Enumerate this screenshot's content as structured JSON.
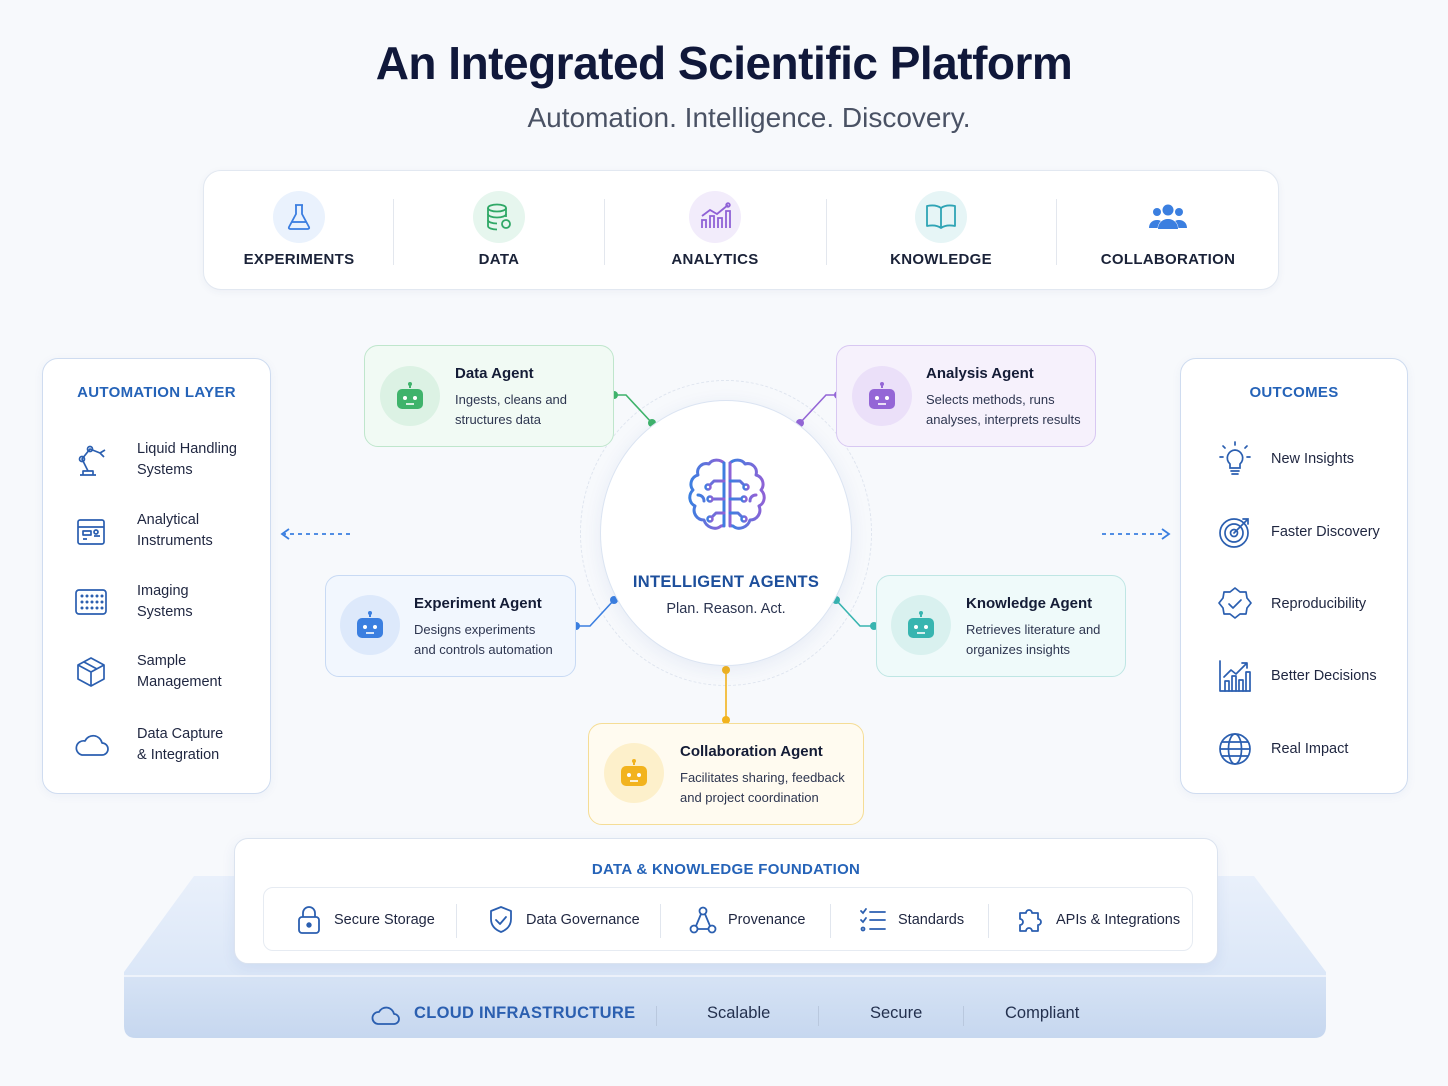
{
  "title": "An Integrated Scientific Platform",
  "subtitle": "Automation. Intelligence. Discovery.",
  "pillars": [
    {
      "label": "EXPERIMENTS",
      "icon": "flask-icon"
    },
    {
      "label": "DATA",
      "icon": "database-icon"
    },
    {
      "label": "ANALYTICS",
      "icon": "bar-chart-icon"
    },
    {
      "label": "KNOWLEDGE",
      "icon": "open-book-icon"
    },
    {
      "label": "COLLABORATION",
      "icon": "team-icon"
    }
  ],
  "automation": {
    "title": "AUTOMATION LAYER",
    "items": [
      {
        "line1": "Liquid Handling",
        "line2": "Systems",
        "icon": "robot-arm-icon"
      },
      {
        "line1": "Analytical",
        "line2": "Instruments",
        "icon": "instrument-icon"
      },
      {
        "line1": "Imaging",
        "line2": "Systems",
        "icon": "grid-plate-icon"
      },
      {
        "line1": "Sample",
        "line2": "Management",
        "icon": "cube-icon"
      },
      {
        "line1": "Data Capture",
        "line2": "& Integration",
        "icon": "cloud-icon"
      }
    ]
  },
  "outcomes": {
    "title": "OUTCOMES",
    "items": [
      {
        "label": "New Insights",
        "icon": "lightbulb-icon"
      },
      {
        "label": "Faster Discovery",
        "icon": "target-icon"
      },
      {
        "label": "Reproducibility",
        "icon": "badge-check-icon"
      },
      {
        "label": "Better Decisions",
        "icon": "trend-chart-icon"
      },
      {
        "label": "Real Impact",
        "icon": "globe-icon"
      }
    ]
  },
  "center": {
    "title": "INTELLIGENT AGENTS",
    "subtitle": "Plan. Reason. Act.",
    "icon": "brain-icon"
  },
  "agents": {
    "data": {
      "title": "Data Agent",
      "line1": "Ingests, cleans and",
      "line2": "structures data",
      "color": "#3fb36b"
    },
    "analysis": {
      "title": "Analysis Agent",
      "line1": "Selects methods, runs",
      "line2": "analyses, interprets results",
      "color": "#9466d6"
    },
    "experiment": {
      "title": "Experiment Agent",
      "line1": "Designs experiments",
      "line2": "and controls automation",
      "color": "#3b7fe0"
    },
    "knowledge": {
      "title": "Knowledge Agent",
      "line1": "Retrieves literature and",
      "line2": "organizes insights",
      "color": "#38b5b0"
    },
    "collaboration": {
      "title": "Collaboration Agent",
      "line1": "Facilitates sharing, feedback",
      "line2": "and project coordination",
      "color": "#f2b31e"
    }
  },
  "foundation": {
    "title": "DATA & KNOWLEDGE FOUNDATION",
    "items": [
      {
        "label": "Secure Storage",
        "icon": "lock-icon"
      },
      {
        "label": "Data Governance",
        "icon": "shield-icon"
      },
      {
        "label": "Provenance",
        "icon": "provenance-icon"
      },
      {
        "label": "Standards",
        "icon": "list-icon"
      },
      {
        "label": "APIs & Integrations",
        "icon": "puzzle-icon"
      }
    ]
  },
  "cloud": {
    "title": "CLOUD INFRASTRUCTURE",
    "items": [
      "Scalable",
      "Secure",
      "Compliant"
    ]
  }
}
